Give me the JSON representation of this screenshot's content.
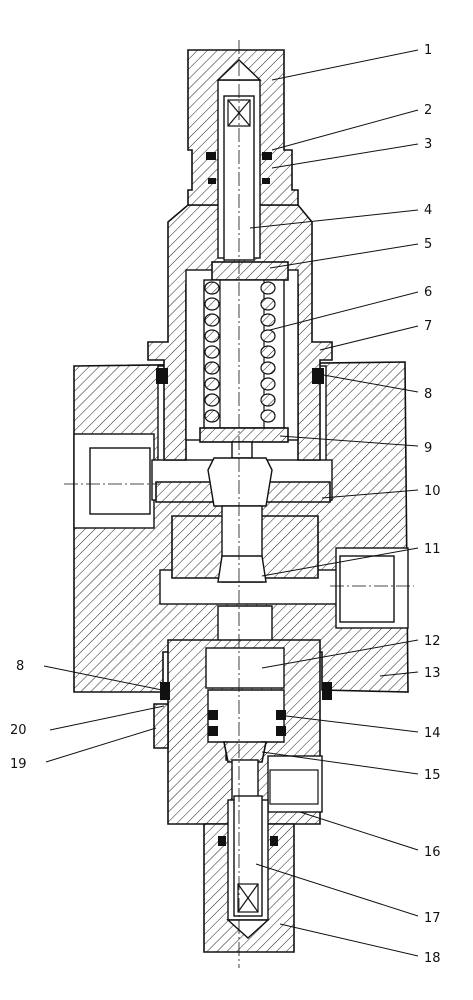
{
  "labels": [
    {
      "text": "1"
    },
    {
      "text": "2"
    },
    {
      "text": "3"
    },
    {
      "text": "4"
    },
    {
      "text": "5"
    },
    {
      "text": "6"
    },
    {
      "text": "7"
    },
    {
      "text": "8"
    },
    {
      "text": "9"
    },
    {
      "text": "10"
    },
    {
      "text": "11"
    },
    {
      "text": "12"
    },
    {
      "text": "13"
    },
    {
      "text": "14"
    },
    {
      "text": "15"
    },
    {
      "text": "16"
    },
    {
      "text": "17"
    },
    {
      "text": "18"
    },
    {
      "text": "8"
    },
    {
      "text": "20"
    },
    {
      "text": "19"
    }
  ],
  "colors": {
    "line": "#111111",
    "background": "#ffffff"
  }
}
